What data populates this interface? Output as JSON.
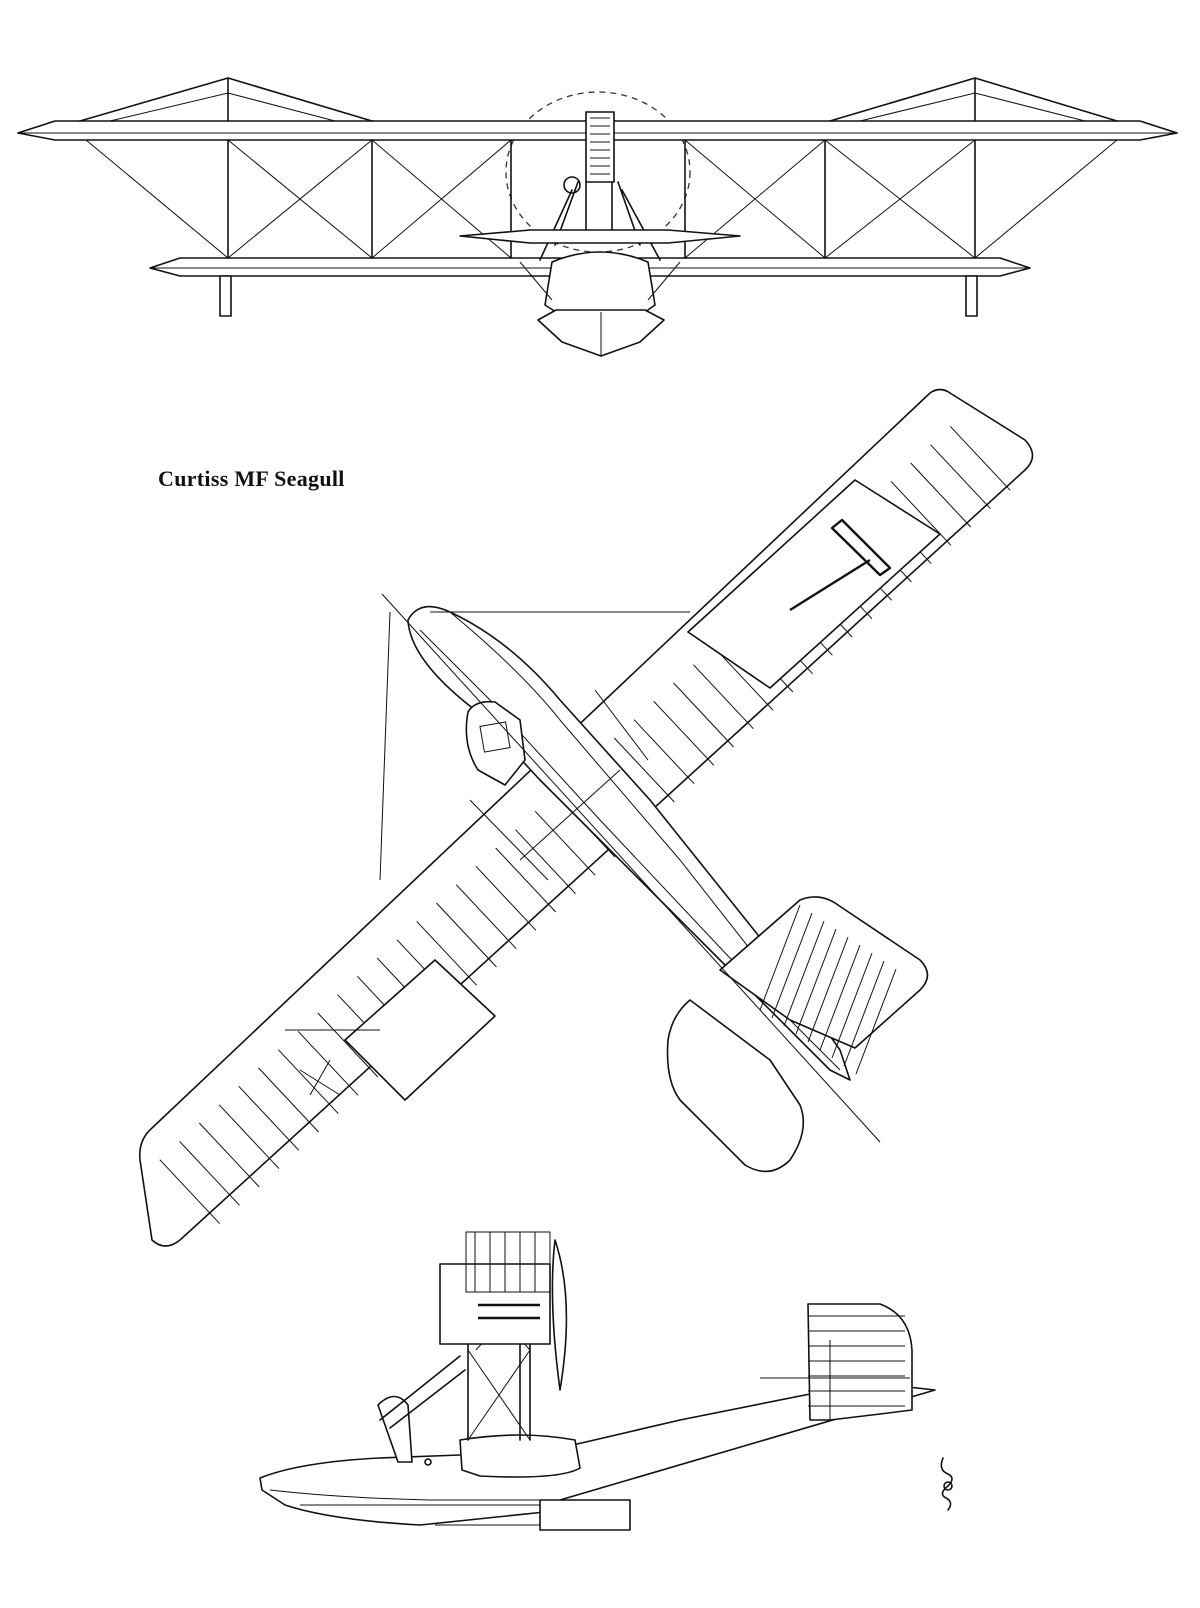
{
  "drawing": {
    "title": "Curtiss MF Seagull",
    "views": [
      "front",
      "top",
      "side"
    ],
    "signature_mark": "artist-monogram"
  }
}
